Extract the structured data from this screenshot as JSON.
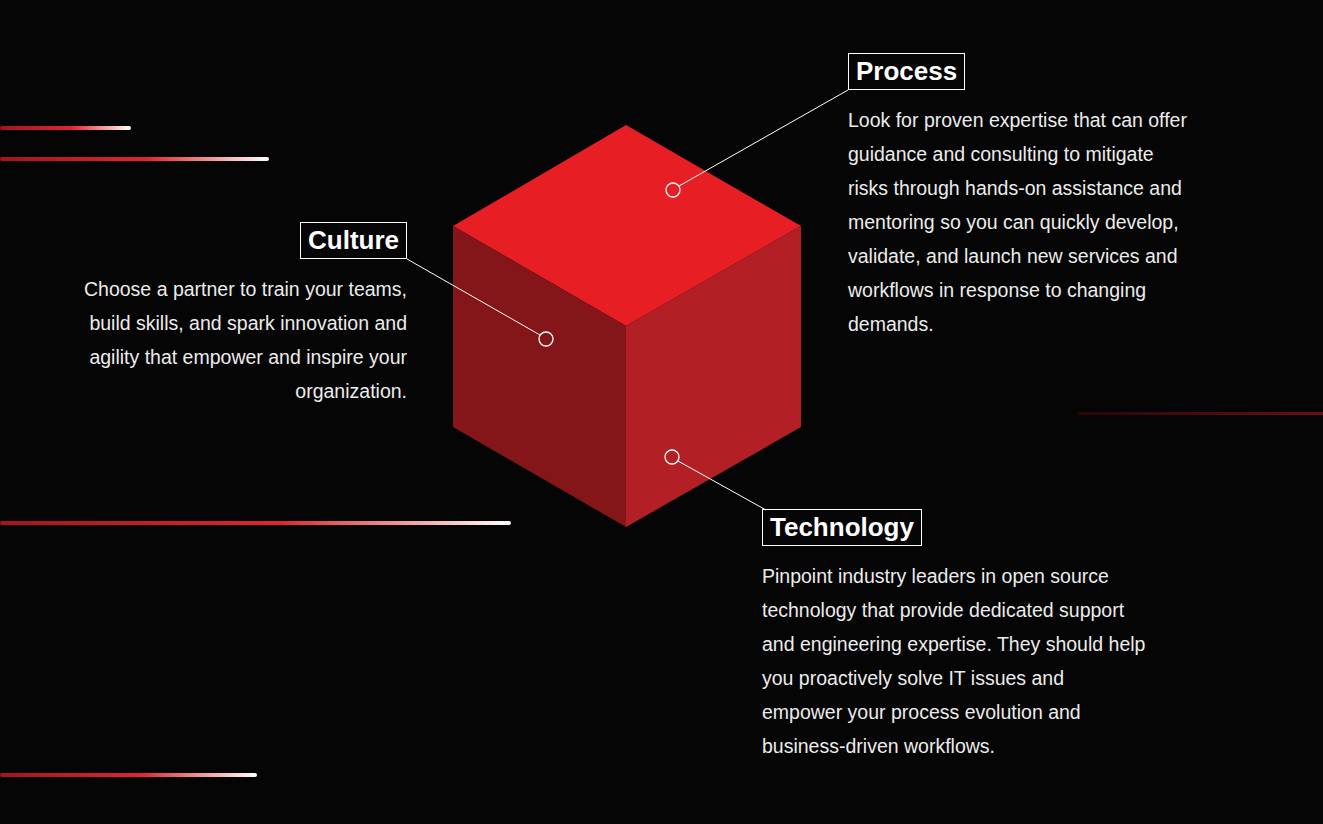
{
  "diagram": {
    "nodes": [
      {
        "text": [
          "Process",
          "Look for proven expertise that can offer guidance and consulting to mitigate risks through hands-on assistance and mentoring so you can quickly develop, validate, and launch new services and workflows in response to changing demands."
        ]
      },
      {
        "text": [
          "Culture",
          "Choose a partner to train your teams, build skills, and spark innovation and agility that empower and inspire your organization."
        ]
      },
      {
        "text": [
          "Technology",
          "Pinpoint industry leaders in open source technology that provide dedicated support and engineering expertise. They should help you proactively solve IT issues and empower your process evolution and business-driven workflows."
        ]
      }
    ]
  }
}
